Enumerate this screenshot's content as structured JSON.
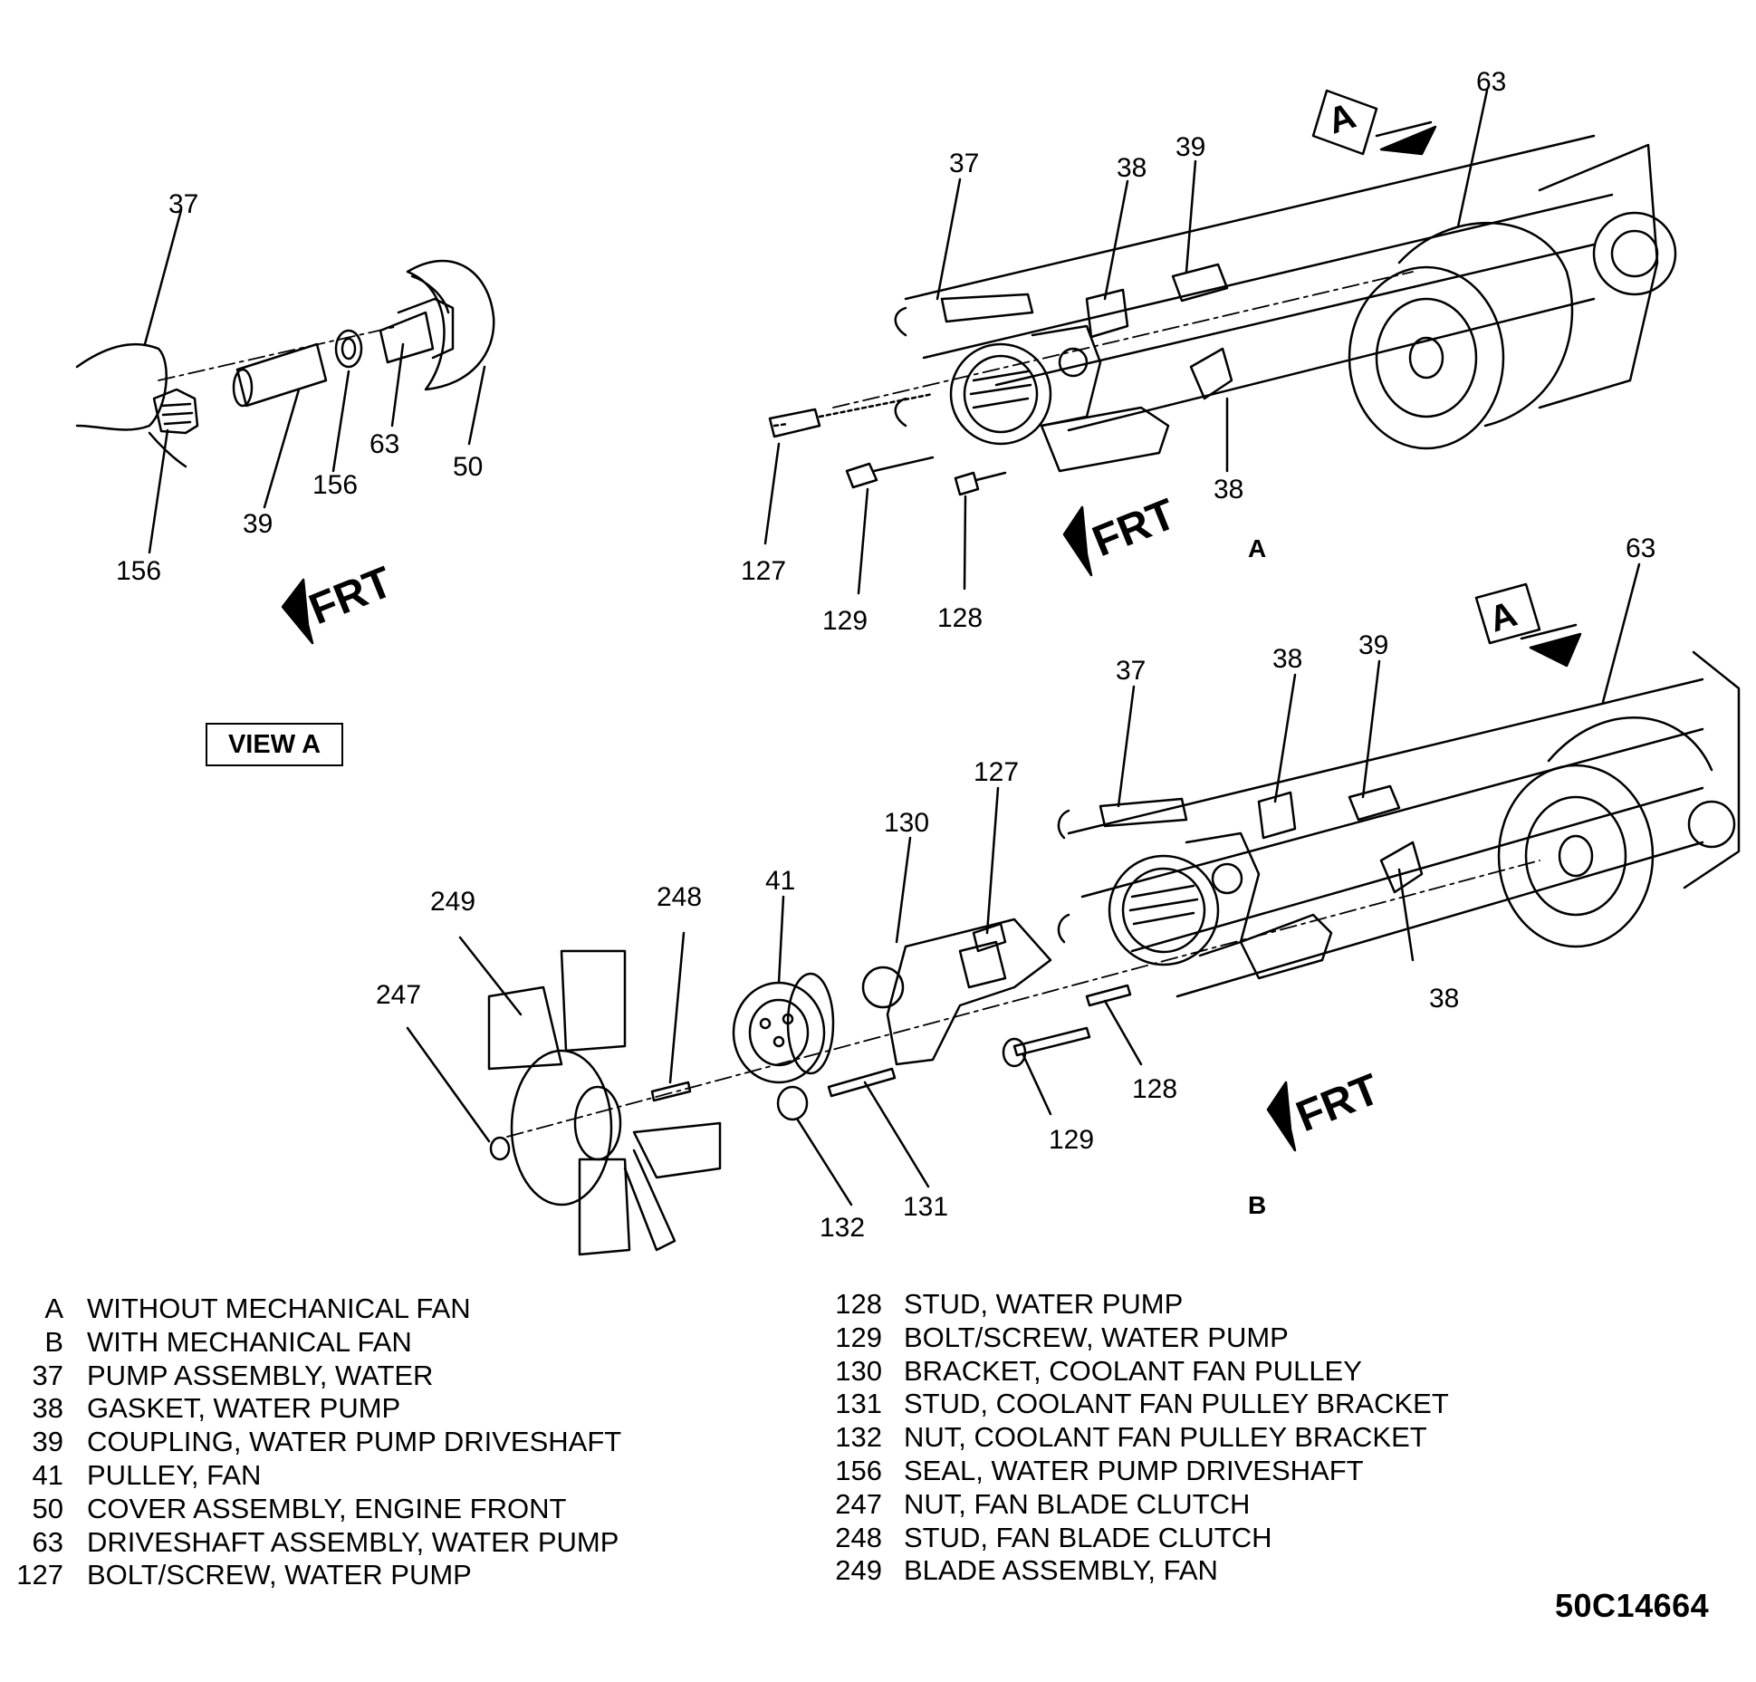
{
  "callouts": {
    "va_37": "37",
    "va_39": "39",
    "va_156a": "156",
    "va_156b": "156",
    "va_63": "63",
    "va_50": "50",
    "a_37": "37",
    "a_38a": "38",
    "a_38b": "38",
    "a_39": "39",
    "a_63": "63",
    "a_127": "127",
    "a_129": "129",
    "a_128": "128",
    "b_37": "37",
    "b_38a": "38",
    "b_38b": "38",
    "b_39": "39",
    "b_63": "63",
    "b_127": "127",
    "b_130": "130",
    "b_41": "41",
    "b_248": "248",
    "b_249": "249",
    "b_247": "247",
    "b_132": "132",
    "b_131": "131",
    "b_129": "129",
    "b_128": "128"
  },
  "frt_label": "FRT",
  "view_a_label": "VIEW A",
  "arrow_box_letter": "A",
  "section_labels": {
    "a": "A",
    "b": "B"
  },
  "legend_left": [
    {
      "key": "A",
      "text": "WITHOUT MECHANICAL FAN"
    },
    {
      "key": "B",
      "text": "WITH MECHANICAL FAN"
    },
    {
      "key": "37",
      "text": "PUMP ASSEMBLY, WATER"
    },
    {
      "key": "38",
      "text": "GASKET, WATER PUMP"
    },
    {
      "key": "39",
      "text": "COUPLING, WATER PUMP DRIVESHAFT"
    },
    {
      "key": "41",
      "text": "PULLEY, FAN"
    },
    {
      "key": "50",
      "text": "COVER ASSEMBLY, ENGINE FRONT"
    },
    {
      "key": "63",
      "text": "DRIVESHAFT ASSEMBLY, WATER PUMP"
    },
    {
      "key": "127",
      "text": "BOLT/SCREW, WATER PUMP"
    }
  ],
  "legend_right": [
    {
      "key": "128",
      "text": "STUD, WATER PUMP"
    },
    {
      "key": "129",
      "text": "BOLT/SCREW, WATER PUMP"
    },
    {
      "key": "130",
      "text": "BRACKET, COOLANT FAN PULLEY"
    },
    {
      "key": "131",
      "text": "STUD, COOLANT FAN PULLEY BRACKET"
    },
    {
      "key": "132",
      "text": "NUT, COOLANT FAN PULLEY BRACKET"
    },
    {
      "key": "156",
      "text": "SEAL, WATER PUMP DRIVESHAFT"
    },
    {
      "key": "247",
      "text": "NUT, FAN BLADE CLUTCH"
    },
    {
      "key": "248",
      "text": "STUD, FAN BLADE CLUTCH"
    },
    {
      "key": "249",
      "text": "BLADE ASSEMBLY, FAN"
    }
  ],
  "figure_id": "50C14664"
}
